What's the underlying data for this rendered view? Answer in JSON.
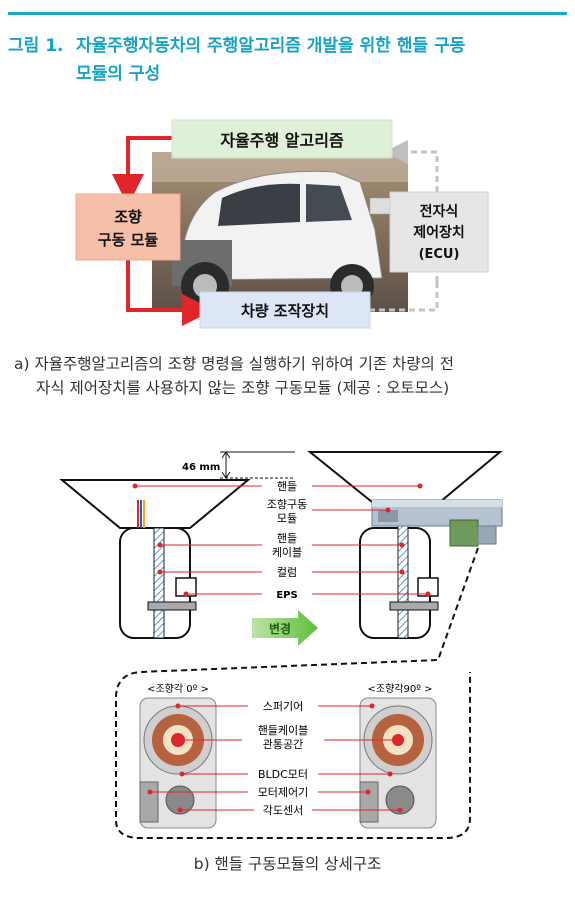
{
  "figure_title_num": "그림 1.",
  "figure_title_line1": "자율주행자동차의 주행알고리즘 개발을 위한 핸들 구동",
  "figure_title_line2": "모듈의 구성",
  "part_a": {
    "box_algorithm": "자율주행 알고리즘",
    "box_steer_1": "조향",
    "box_steer_2": "구동 모듈",
    "box_ecu_1": "전자식",
    "box_ecu_2": "제어장치",
    "box_ecu_3": "(ECU)",
    "box_vehicle": "차량 조작장치",
    "caption_1": "a) 자율주행알고리즘의 조향 명령을 실행하기 위하여 기존 차량의 전",
    "caption_2": "자식 제어장치를 사용하지 않는 조향 구동모듈 (제공 : 오토모스)"
  },
  "part_b": {
    "dim_label": "46 mm",
    "label_handle": "핸들",
    "label_module_1": "조향구동",
    "label_module_2": "모듈",
    "label_cable_1": "핸들",
    "label_cable_2": "케이블",
    "label_column": "컬럼",
    "label_eps": "EPS",
    "arrow_label": "변경",
    "angle0": "<조향각 0º >",
    "angle90": "<조향각90º >",
    "label_spur": "스퍼기어",
    "label_pass_1": "핸들케이블",
    "label_pass_2": "관통공간",
    "label_bldc": "BLDC모터",
    "label_controller": "모터제어기",
    "label_sensor": "각도센서",
    "caption": "b) 핸들 구동모듈의 상세구조"
  },
  "colors": {
    "accent": "#17a3c3",
    "red_arrow": "#e0262b",
    "green_box": "#dff0d8",
    "pink_box": "#f6bfa8",
    "blue_box": "#dde6f4",
    "grey_box": "#e6e6e6"
  }
}
